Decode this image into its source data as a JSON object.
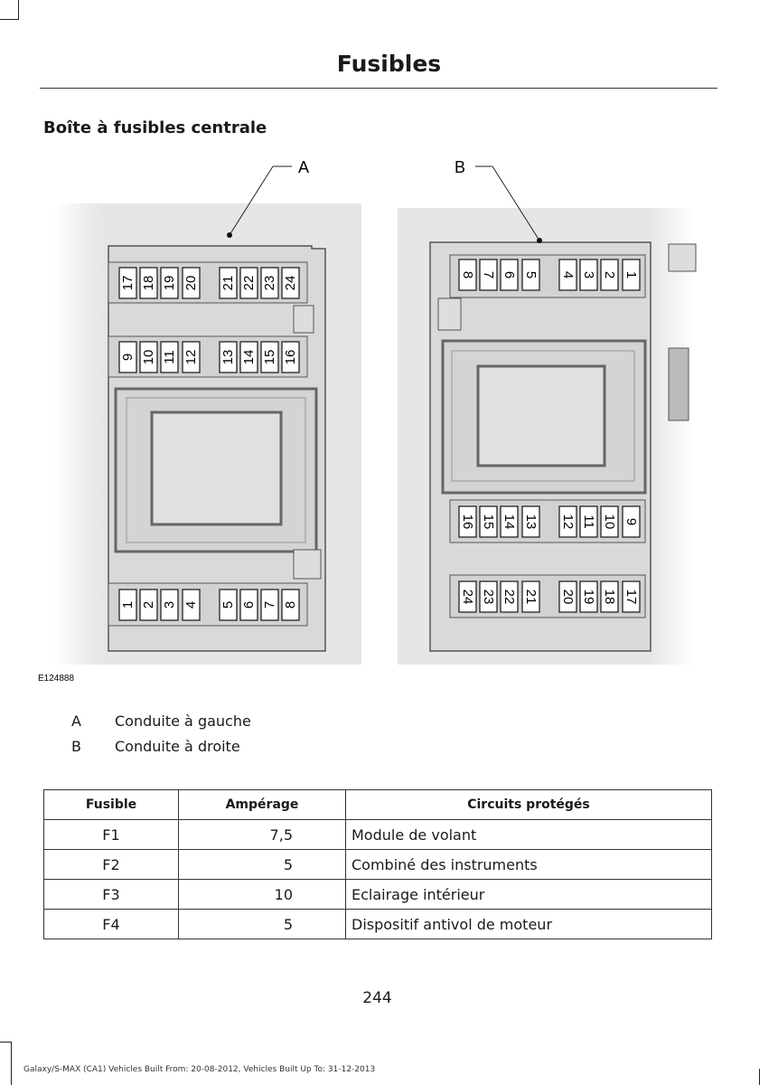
{
  "header": {
    "title": "Fusibles"
  },
  "section_title": "Boîte à fusibles centrale",
  "diagram": {
    "image_code": "E124888",
    "callout_a": "A",
    "callout_b": "B",
    "left_rows": [
      [
        "17",
        "18",
        "19",
        "20",
        "21",
        "22",
        "23",
        "24"
      ],
      [
        "9",
        "10",
        "11",
        "12",
        "13",
        "14",
        "15",
        "16"
      ],
      [
        "1",
        "2",
        "3",
        "4",
        "5",
        "6",
        "7",
        "8"
      ]
    ],
    "right_rows": [
      [
        "8",
        "7",
        "6",
        "5",
        "4",
        "3",
        "2",
        "1"
      ],
      [
        "16",
        "15",
        "14",
        "13",
        "12",
        "11",
        "10",
        "9"
      ],
      [
        "24",
        "23",
        "22",
        "21",
        "20",
        "19",
        "18",
        "17"
      ]
    ]
  },
  "legend": [
    {
      "key": "A",
      "text": "Conduite à gauche"
    },
    {
      "key": "B",
      "text": "Conduite à droite"
    }
  ],
  "table": {
    "headers": [
      "Fusible",
      "Ampérage",
      "Circuits protégés"
    ],
    "rows": [
      [
        "F1",
        "7,5",
        "Module de volant"
      ],
      [
        "F2",
        "5",
        "Combiné des instruments"
      ],
      [
        "F3",
        "10",
        "Eclairage intérieur"
      ],
      [
        "F4",
        "5",
        "Dispositif antivol de moteur"
      ]
    ]
  },
  "page_number": "244",
  "footer": "Galaxy/S-MAX (CA1) Vehicles Built From: 20-08-2012, Vehicles Built Up To: 31-12-2013"
}
